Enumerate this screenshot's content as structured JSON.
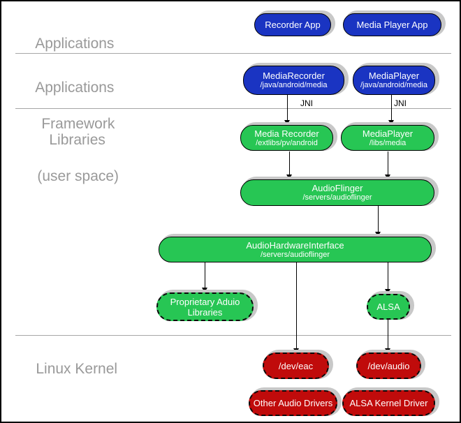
{
  "layers": {
    "applications": "Applications",
    "framework_line1": "Applications",
    "framework_line2": "Framework",
    "libraries_line1": "Libraries",
    "libraries_line2": "(user space)",
    "kernel": "Linux Kernel"
  },
  "edge_labels": {
    "jni_left": "JNI",
    "jni_right": "JNI"
  },
  "nodes": {
    "recorder_app": {
      "label": "Recorder App"
    },
    "media_player_app": {
      "label": "Media Player App"
    },
    "media_recorder_framework": {
      "label": "MediaRecorder",
      "sub": "/java/android/media"
    },
    "media_player_framework": {
      "label": "MediaPlayer",
      "sub": "/java/android/media"
    },
    "media_recorder_lib": {
      "label": "Media Recorder",
      "sub": "/extlibs/pv/android"
    },
    "media_player_lib": {
      "label": "MediaPlayer",
      "sub": "/libs/media"
    },
    "audio_flinger": {
      "label": "AudioFlinger",
      "sub": "/servers/audioflinger"
    },
    "audio_hardware_interface": {
      "label": "AudioHardwareInterface",
      "sub": "/servers/audioflinger"
    },
    "proprietary_audio_libraries": {
      "label": "Proprietary Aduio",
      "label2": "Libraries"
    },
    "alsa": {
      "label": "ALSA"
    },
    "dev_eac": {
      "label": "/dev/eac"
    },
    "dev_audio": {
      "label": "/dev/audio"
    },
    "other_audio_drivers": {
      "label": "Other Audio Drivers"
    },
    "alsa_kernel_driver": {
      "label": "ALSA Kernel Driver"
    }
  },
  "colors": {
    "blue": "#1a34c2",
    "green": "#27c654",
    "red": "#c00b0b",
    "shadow": "#c8c8c8",
    "layer_label_gray": "#999999",
    "separator_gray": "#a6a6a6"
  }
}
